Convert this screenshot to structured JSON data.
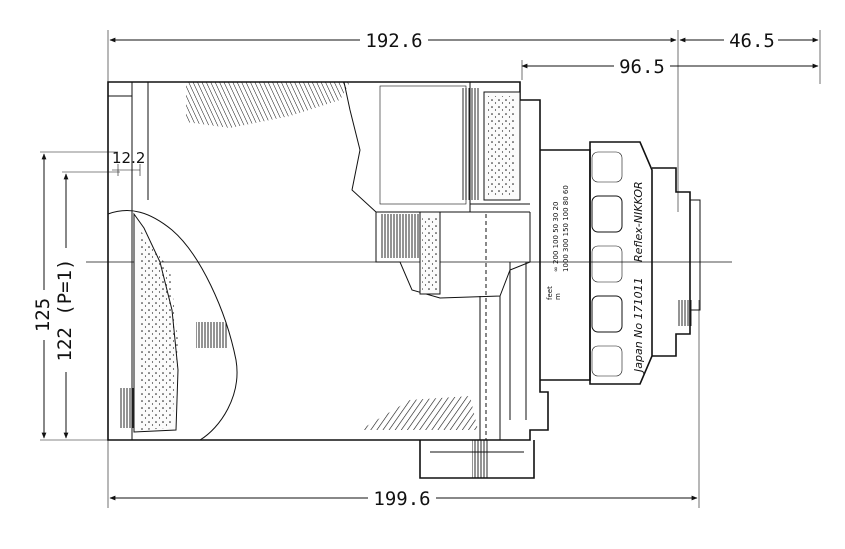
{
  "drawing": {
    "dimensions": {
      "overall_top": "192.6",
      "rear_length": "46.5",
      "mount_length": "96.5",
      "front_recess": "12.2",
      "max_diameter": "125",
      "aperture_diameter": "122 (P=1)",
      "overall_bottom": "199.6"
    },
    "lens_barrel": {
      "brand_text": "Reflex-NIKKOR",
      "serial_text": "Japan No 171011",
      "units_m": "m",
      "units_feet": "feet",
      "distance_scale_m": "∞ 200 100 50 30 20",
      "distance_scale_ft": "1000 300 150 100 80 60"
    },
    "colors": {
      "line": "#111111",
      "background": "#ffffff"
    }
  }
}
